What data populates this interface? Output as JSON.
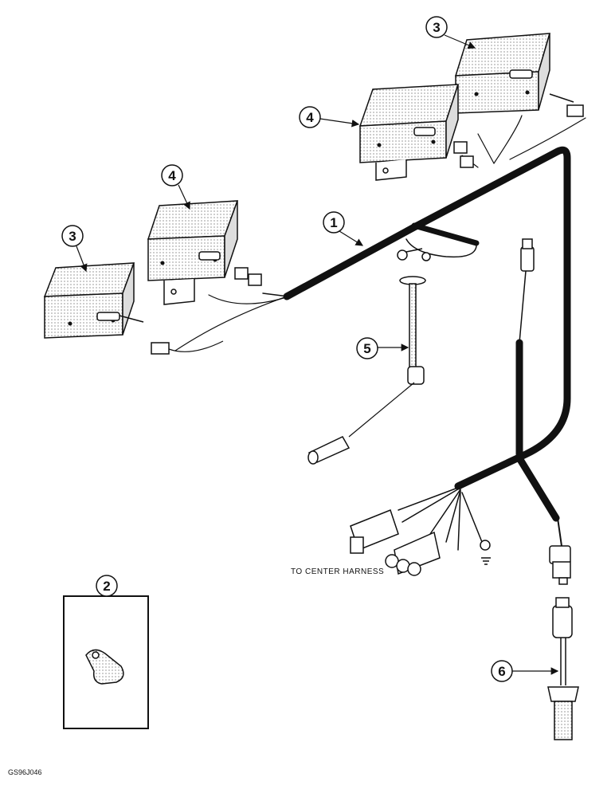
{
  "callouts": {
    "c1": "1",
    "c2": "2",
    "c3a": "3",
    "c3b": "3",
    "c4a": "4",
    "c4b": "4",
    "c5": "5",
    "c6": "6"
  },
  "labels": {
    "to_center_harness": "TO CENTER HARNESS"
  },
  "figure_id": "GS96J046"
}
